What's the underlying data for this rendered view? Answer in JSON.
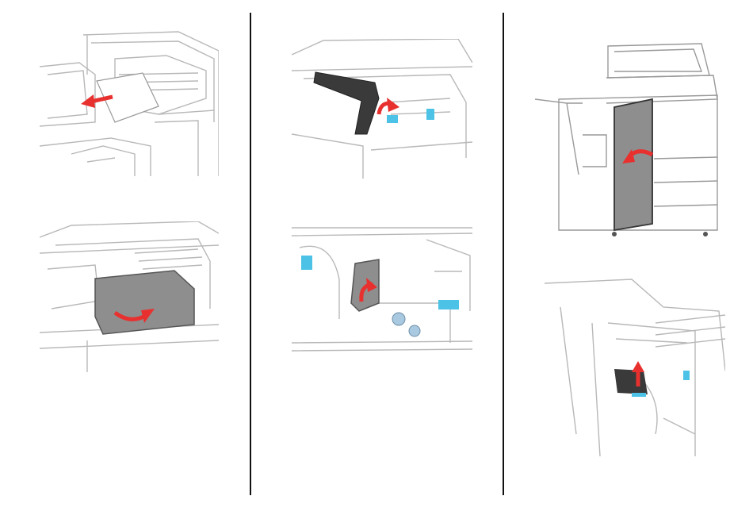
{
  "colors": {
    "arrow": "#e8312f",
    "accent": "#4cc3e6",
    "part": "#8e8e8e",
    "part_dark": "#3a3a3a",
    "line": "#b8b8b8",
    "background": "#ffffff"
  },
  "panels": [
    {
      "name": "remove-paper-step",
      "icon": "arrow-left-icon"
    },
    {
      "name": "close-cover-step",
      "icon": "arrow-curved-right-icon"
    },
    {
      "name": "lift-guide-step",
      "icon": "arrow-curved-up-icon"
    },
    {
      "name": "rotate-lever-step",
      "icon": "arrow-curved-up-icon"
    },
    {
      "name": "open-front-door-step",
      "icon": "arrow-curved-left-icon"
    },
    {
      "name": "raise-handle-step",
      "icon": "arrow-up-icon"
    }
  ]
}
